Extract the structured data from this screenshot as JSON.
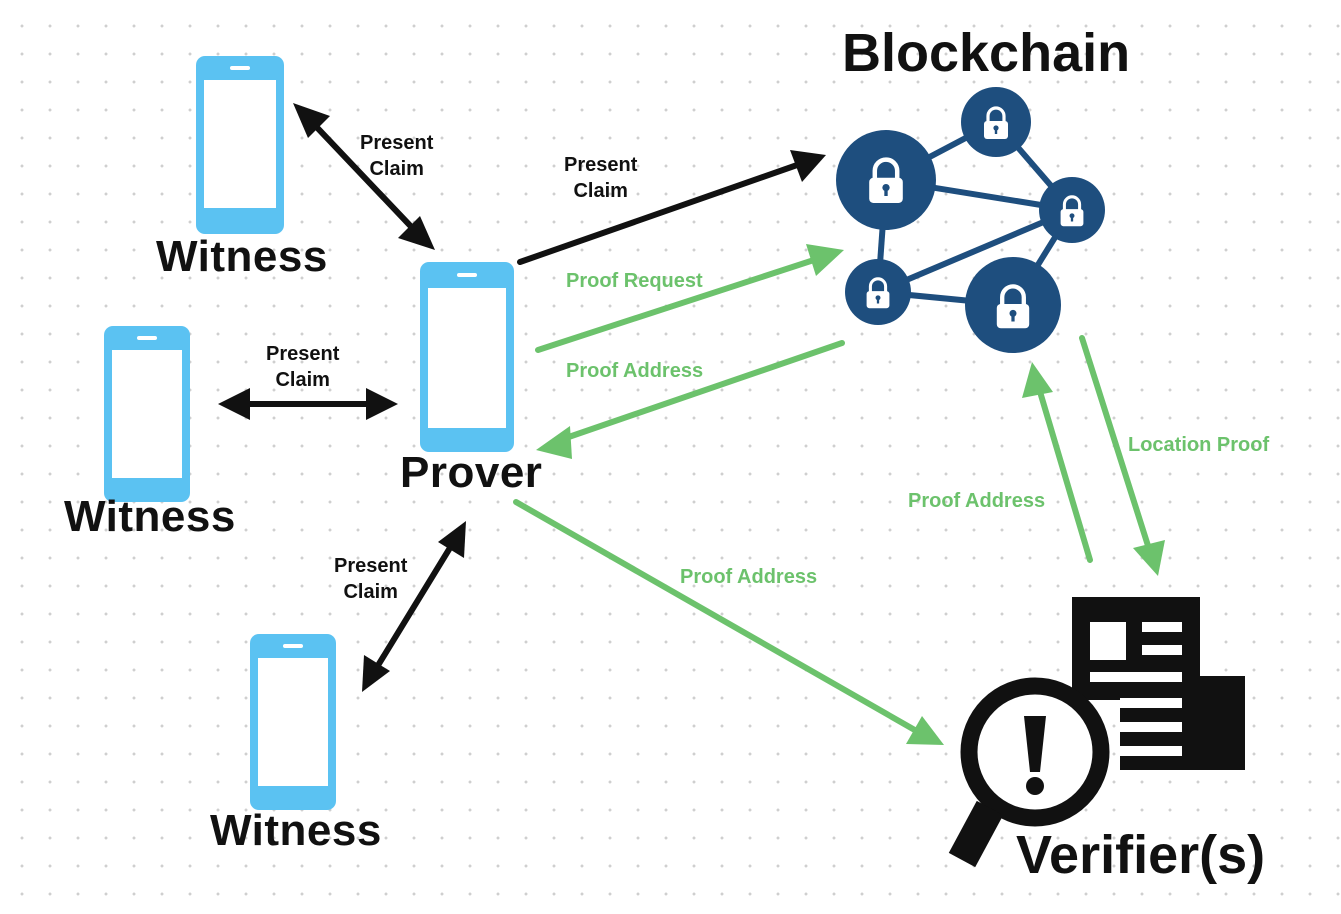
{
  "title": "Blockchain",
  "nodes": {
    "prover": "Prover",
    "verifier": "Verifier(s)",
    "witness_top": "Witness",
    "witness_mid": "Witness",
    "witness_bottom": "Witness"
  },
  "edges": {
    "present_claim_top": [
      "Present",
      "Claim"
    ],
    "present_claim_mid": [
      "Present",
      "Claim"
    ],
    "present_claim_bottom": [
      "Present",
      "Claim"
    ],
    "present_claim_chain": [
      "Present",
      "Claim"
    ],
    "proof_request": "Proof Request",
    "proof_address_chain_to_prover": "Proof Address",
    "proof_address_prover_to_verifier": "Proof Address",
    "proof_address_verifier_to_chain": "Proof Address",
    "location_proof": "Location Proof"
  },
  "colors": {
    "phone": "#5bc2f2",
    "chain_node": "#1e4e7e",
    "green_arrow": "#6cc26c",
    "black_arrow": "#111111"
  },
  "icons": [
    "smartphone-icon",
    "lock-icon",
    "document-magnifier-icon"
  ]
}
